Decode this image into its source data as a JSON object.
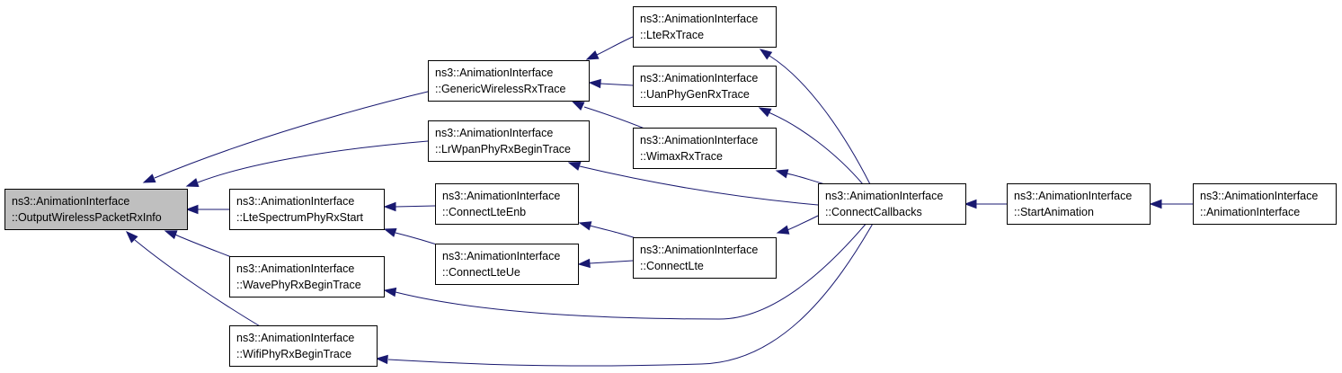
{
  "nodes": [
    {
      "id": "n0",
      "line1": "ns3::AnimationInterface",
      "line2": "::OutputWirelessPacketRxInfo",
      "root": true
    },
    {
      "id": "n1",
      "line1": "ns3::AnimationInterface",
      "line2": "::GenericWirelessRxTrace"
    },
    {
      "id": "n2",
      "line1": "ns3::AnimationInterface",
      "line2": "::LrWpanPhyRxBeginTrace"
    },
    {
      "id": "n3",
      "line1": "ns3::AnimationInterface",
      "line2": "::LteSpectrumPhyRxStart"
    },
    {
      "id": "n4",
      "line1": "ns3::AnimationInterface",
      "line2": "::WavePhyRxBeginTrace"
    },
    {
      "id": "n5",
      "line1": "ns3::AnimationInterface",
      "line2": "::WifiPhyRxBeginTrace"
    },
    {
      "id": "n6",
      "line1": "ns3::AnimationInterface",
      "line2": "::LteRxTrace"
    },
    {
      "id": "n7",
      "line1": "ns3::AnimationInterface",
      "line2": "::UanPhyGenRxTrace"
    },
    {
      "id": "n8",
      "line1": "ns3::AnimationInterface",
      "line2": "::WimaxRxTrace"
    },
    {
      "id": "n9",
      "line1": "ns3::AnimationInterface",
      "line2": "::ConnectLteEnb"
    },
    {
      "id": "n10",
      "line1": "ns3::AnimationInterface",
      "line2": "::ConnectLteUe"
    },
    {
      "id": "n11",
      "line1": "ns3::AnimationInterface",
      "line2": "::ConnectLte"
    },
    {
      "id": "n12",
      "line1": "ns3::AnimationInterface",
      "line2": "::ConnectCallbacks"
    },
    {
      "id": "n13",
      "line1": "ns3::AnimationInterface",
      "line2": "::StartAnimation"
    },
    {
      "id": "n14",
      "line1": "ns3::AnimationInterface",
      "line2": "::AnimationInterface"
    }
  ],
  "edges": [
    {
      "from": "n1",
      "to": "n0"
    },
    {
      "from": "n2",
      "to": "n0"
    },
    {
      "from": "n3",
      "to": "n0"
    },
    {
      "from": "n4",
      "to": "n0"
    },
    {
      "from": "n5",
      "to": "n0"
    },
    {
      "from": "n6",
      "to": "n1"
    },
    {
      "from": "n7",
      "to": "n1"
    },
    {
      "from": "n8",
      "to": "n1"
    },
    {
      "from": "n9",
      "to": "n3"
    },
    {
      "from": "n10",
      "to": "n3"
    },
    {
      "from": "n11",
      "to": "n9"
    },
    {
      "from": "n11",
      "to": "n10"
    },
    {
      "from": "n12",
      "to": "n6"
    },
    {
      "from": "n12",
      "to": "n7"
    },
    {
      "from": "n12",
      "to": "n8"
    },
    {
      "from": "n12",
      "to": "n2"
    },
    {
      "from": "n12",
      "to": "n11"
    },
    {
      "from": "n12",
      "to": "n4"
    },
    {
      "from": "n12",
      "to": "n5"
    },
    {
      "from": "n13",
      "to": "n12"
    },
    {
      "from": "n14",
      "to": "n13"
    }
  ],
  "colors": {
    "edge": "#191970",
    "root_fill": "#bfbfbf",
    "node_fill": "#ffffff",
    "border": "#000000"
  }
}
